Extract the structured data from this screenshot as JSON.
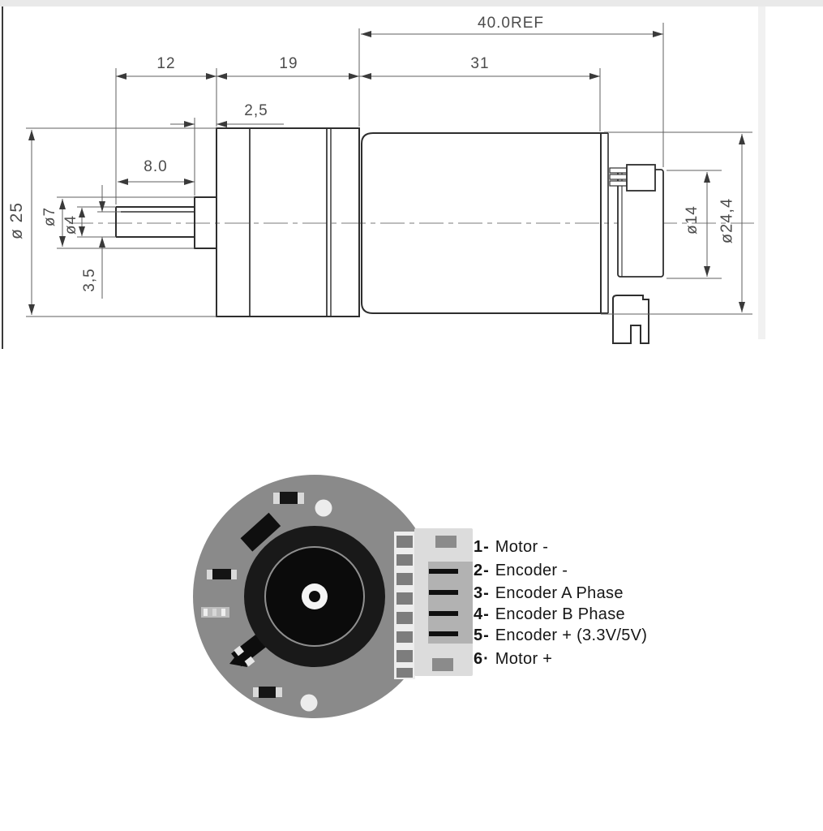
{
  "drawing": {
    "dimensions": {
      "overall_length": "40.0REF",
      "shaft_length": "12",
      "gearbox_length": "19",
      "motor_length": "31",
      "boss_width": "2,5",
      "flat_length": "8.0",
      "gearbox_diameter": "ø 25",
      "boss_diameter": "ø7",
      "shaft_diameter": "ø4",
      "shaft_flat_height": "3,5",
      "encoder_diameter": "ø14",
      "motor_diameter": "ø24,4"
    }
  },
  "pinout": {
    "pins": [
      {
        "num": "1-",
        "label": "Motor -"
      },
      {
        "num": "2-",
        "label": "Encoder -"
      },
      {
        "num": "3-",
        "label": "Encoder A Phase"
      },
      {
        "num": "4-",
        "label": "Encoder B Phase"
      },
      {
        "num": "5-",
        "label": "Encoder + (3.3V/5V)"
      },
      {
        "num": "6·",
        "label": "Motor +"
      }
    ]
  },
  "colors": {
    "line": "#2e2e2e",
    "dim_line": "#606060",
    "pcb_disc": "#8a8a8a",
    "encoder_ring": "#191919",
    "connector_body": "#dcdcdc",
    "pin_bar": "#101010"
  }
}
